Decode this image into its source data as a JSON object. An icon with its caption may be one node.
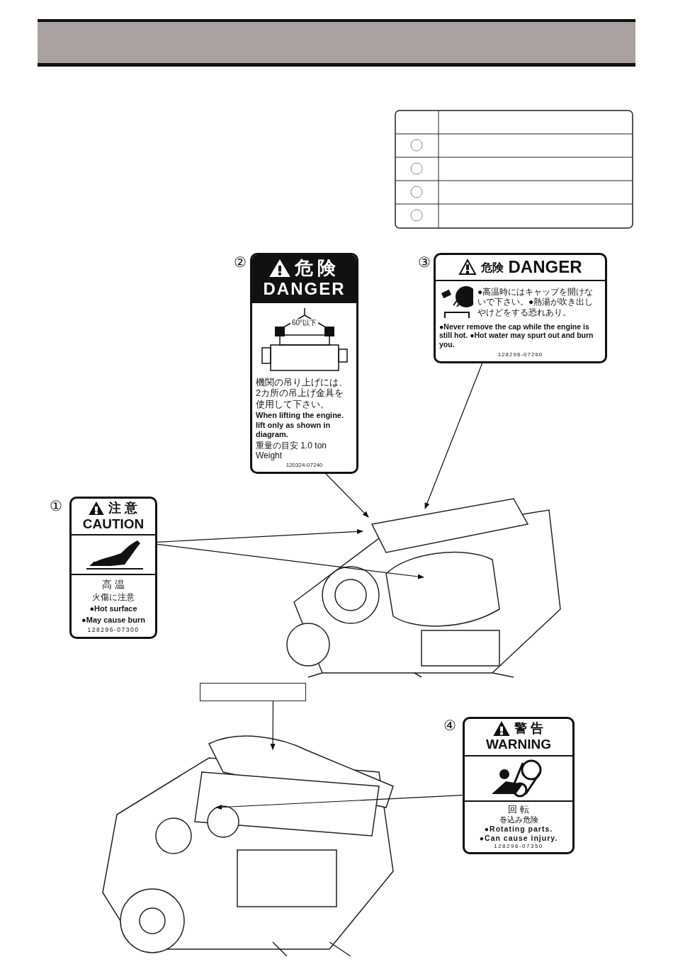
{
  "diagram": {
    "nodes": [
      {
        "text": [
          "危険",
          "DANGER",
          "60°以下",
          "機関の吊り上げには、2カ所の吊上げ金具を使用して下さい。",
          "When lifting the engine. lift only as shown in diagram.",
          "重量の目安 1.0 ton Weight",
          "120324-07240"
        ],
        "beside": [
          "②"
        ]
      },
      {
        "text": [
          "危険",
          "DANGER",
          "●高温時にはキャップを開けないで下さい。●熱湯が吹き出しやけどをする恐れあり。",
          "●Never remove the cap while the engine is still hot. ●Hot water may spurt out and burn you.",
          "128296-07260"
        ],
        "beside": [
          "③"
        ]
      },
      {
        "text": [
          "注 意",
          "CAUTION",
          "高 温",
          "火傷に注意",
          "●Hot surface",
          "●May cause burn",
          "128296-07300"
        ],
        "beside": [
          "①"
        ]
      },
      {
        "text": [],
        "shape": "picture"
      },
      {
        "text": [],
        "shape": "box"
      },
      {
        "text": [
          "警 告",
          "WARNING",
          "回 転",
          "巻込み危険",
          "●Rotating parts.",
          "●Can cause injury.",
          "128296-07350"
        ],
        "beside": [
          "④"
        ]
      },
      {
        "text": [],
        "shape": "picture"
      }
    ],
    "edges": [
      {
        "from": 0,
        "to": 3,
        "arrow": "to"
      },
      {
        "from": 1,
        "to": 3,
        "arrow": "to"
      },
      {
        "from": 2,
        "to": 3,
        "arrow": "to"
      },
      {
        "from": 2,
        "to": 3,
        "arrow": "to"
      },
      {
        "from": 4,
        "to": 6,
        "arrow": "to"
      },
      {
        "from": 5,
        "to": 6,
        "arrow": "to"
      }
    ]
  }
}
